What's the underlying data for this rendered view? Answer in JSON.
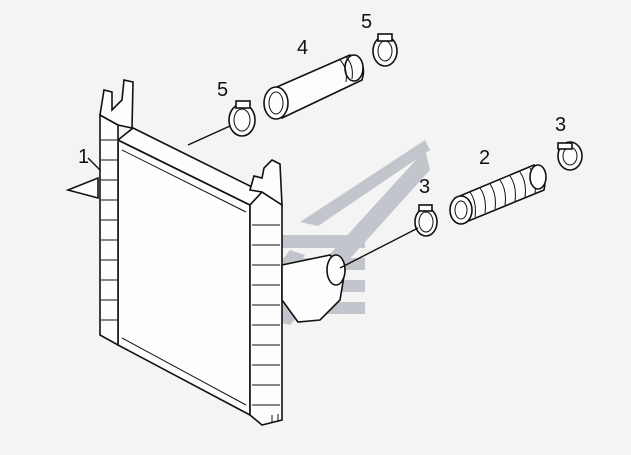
{
  "diagram": {
    "callouts": [
      {
        "id": "c1",
        "label": "1"
      },
      {
        "id": "c2",
        "label": "2"
      },
      {
        "id": "c3a",
        "label": "3"
      },
      {
        "id": "c3b",
        "label": "3"
      },
      {
        "id": "c4",
        "label": "4"
      },
      {
        "id": "c5a",
        "label": "5"
      },
      {
        "id": "c5b",
        "label": "5"
      }
    ],
    "colors": {
      "line": "#111111",
      "part_fill": "#fdfdfd",
      "watermark": "#9aa0ab",
      "background": "#f4f4f4"
    }
  }
}
